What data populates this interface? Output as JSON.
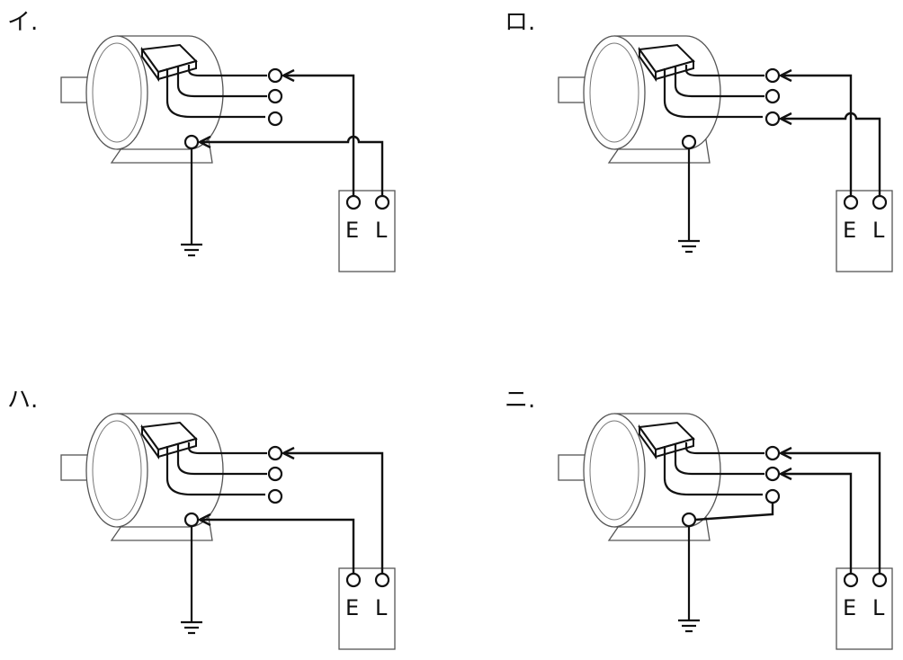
{
  "options": [
    {
      "label": "イ.",
      "terminal_e": "E",
      "terminal_l": "L"
    },
    {
      "label": "ロ.",
      "terminal_e": "E",
      "terminal_l": "L"
    },
    {
      "label": "ハ.",
      "terminal_e": "E",
      "terminal_l": "L"
    },
    {
      "label": "ニ.",
      "terminal_e": "E",
      "terminal_l": "L"
    }
  ],
  "colors": {
    "line": "#111111",
    "outline": "#555555",
    "background": "#ffffff"
  }
}
